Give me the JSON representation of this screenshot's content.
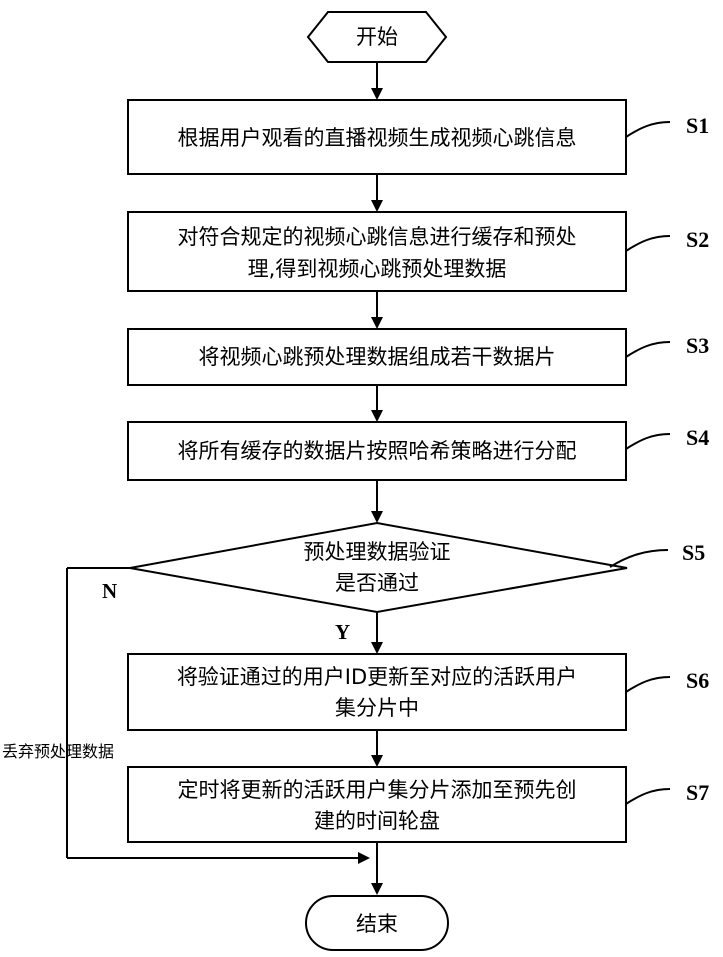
{
  "start": "开始",
  "end": "结束",
  "steps": [
    {
      "id": "S1",
      "lines": [
        "根据用户观看的直播视频生成视频心跳信息"
      ]
    },
    {
      "id": "S2",
      "lines": [
        "对符合规定的视频心跳信息进行缓存和预处",
        "理,得到视频心跳预处理数据"
      ]
    },
    {
      "id": "S3",
      "lines": [
        "将视频心跳预处理数据组成若干数据片"
      ]
    },
    {
      "id": "S4",
      "lines": [
        "将所有缓存的数据片按照哈希策略进行分配"
      ]
    },
    {
      "id": "S5",
      "lines": [
        "预处理数据验证",
        "是否通过"
      ]
    },
    {
      "id": "S6",
      "lines": [
        "将验证通过的用户ID更新至对应的活跃用户",
        "集分片中"
      ]
    },
    {
      "id": "S7",
      "lines": [
        "定时将更新的活跃用户集分片添加至预先创",
        "建的时间轮盘"
      ]
    }
  ],
  "branch": {
    "yes": "Y",
    "no": "N",
    "discard": "丢弃预处理数据"
  }
}
